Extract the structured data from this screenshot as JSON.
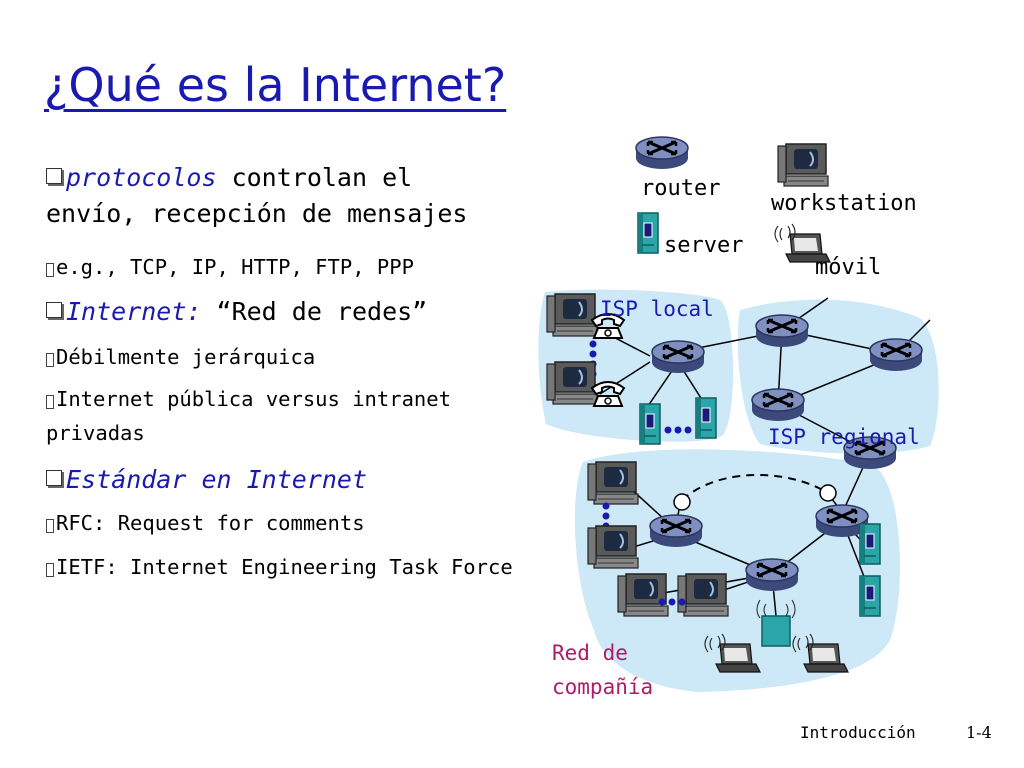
{
  "title": "¿Qué es la Internet?",
  "bullets": [
    {
      "em": "protocolos",
      "text": " controlan el envío, recepción de mensajes"
    },
    {
      "em": "Internet:",
      "text": " “Red de redes”"
    },
    {
      "em": "Estándar en Internet",
      "text": ""
    }
  ],
  "subs": [
    "e.g., TCP, IP, HTTP, FTP,  PPP",
    "Débilmente jerárquica",
    "Internet pública versus intranet privadas",
    "RFC: Request for comments",
    "IETF: Internet Engineering Task Force"
  ],
  "legend": {
    "router": "router",
    "workstation": "workstation",
    "server": "server",
    "mobile": "móvil"
  },
  "networks": {
    "isp_local": "ISP local",
    "isp_regional": "ISP regional",
    "company_line1": "Red de",
    "company_line2": "compañía"
  },
  "footer": {
    "section": "Introducción",
    "page": "1-4"
  },
  "colors": {
    "title": "#1a1ab0",
    "network_label": "#1a1ab0",
    "company_label": "#b01a6a",
    "cloud": "#cde8f6",
    "router_fill": "#6f7fb0",
    "server_fill": "#2aa6a8"
  }
}
